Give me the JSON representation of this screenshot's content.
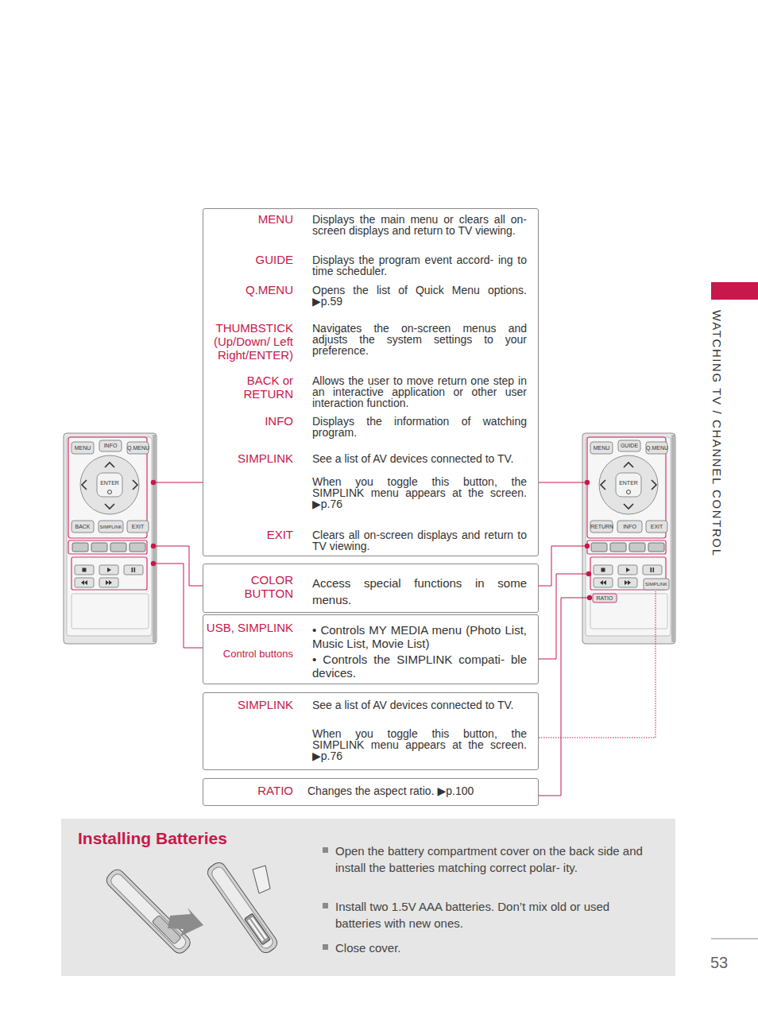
{
  "diagram": {
    "nodes": [
      {
        "text": [
          "MENU",
          "Displays the main menu or clears all on-screen displays and return to TV viewing.",
          "GUIDE",
          "Displays the program event accord- ing to time scheduler.",
          "Q.MENU",
          "Opens the list of Quick Menu options. ▶p.59",
          "THUMBSTICK (Up/Down/ Left Right/ENTER)",
          "Navigates the on-screen menus and adjusts the system settings to your preference.",
          "BACK or RETURN",
          "Allows the user to move return one step in an interactive application or other user interaction function.",
          "INFO",
          "Displays the information of watching program.",
          "SIMPLINK",
          "See a list of AV devices connected to TV.",
          "When you toggle this button, the SIMPLINK menu appears at the screen. ▶p.76",
          "EXIT",
          "Clears all on-screen displays and return to TV viewing."
        ]
      },
      {
        "text": [
          "COLOR BUTTON",
          "Access special functions in some menus."
        ]
      },
      {
        "text": [
          "USB, SIMPLINK",
          "Control buttons",
          "• Controls MY MEDIA menu (Photo List, Music List, Movie List)",
          "• Controls the SIMPLINK compati- ble devices."
        ]
      },
      {
        "text": [
          "SIMPLINK",
          "See a list of AV devices connected to TV.",
          "When you toggle this button, the SIMPLINK menu appears at the screen. ▶p.76"
        ]
      },
      {
        "text": [
          "RATIO",
          "Changes the aspect ratio. ▶p.100"
        ]
      },
      {
        "text": [
          "Installing Batteries",
          "Open the battery compartment cover on the back side and install the batteries matching correct polar- ity.",
          "Install two 1.5V AAA batteries. Don’t mix old or used batteries with new ones.",
          "Close cover."
        ]
      }
    ],
    "labels": [
      "WATCHING TV / CHANNEL CONTROL",
      "53",
      "MENU",
      "INFO",
      "Q.MENU",
      "ENTER",
      "BACK",
      "SIMPLINK",
      "EXIT",
      "MENU",
      "GUIDE",
      "Q.MENU",
      "ENTER",
      "RETURN",
      "INFO",
      "EXIT",
      "SIMPLINK",
      "RATIO"
    ]
  }
}
